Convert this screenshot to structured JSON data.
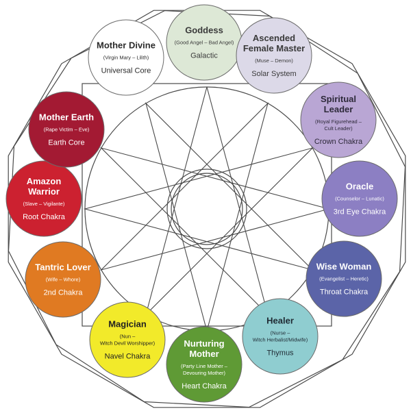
{
  "nodes": [
    {
      "key": "goddess",
      "title_lines": [
        "Goddess"
      ],
      "sub_lines": [
        "(Good Angel – Bad Angel)"
      ],
      "foot": "Galactic",
      "fill": "#dde8d6",
      "text_color": "#3a3a3a"
    },
    {
      "key": "ascended-female-master",
      "title_lines": [
        "Ascended",
        "Female Master"
      ],
      "sub_lines": [
        "(Muse – Demon)"
      ],
      "foot": "Solar System",
      "fill": "#dcd9e8",
      "text_color": "#3a3a3a"
    },
    {
      "key": "spiritual-leader",
      "title_lines": [
        "Spiritual",
        "Leader"
      ],
      "sub_lines": [
        "(Royal Figurehead –",
        "Cult Leader)"
      ],
      "foot": "Crown Chakra",
      "fill": "#b9a6d4",
      "text_color": "#2e2a3a"
    },
    {
      "key": "oracle",
      "title_lines": [
        "Oracle"
      ],
      "sub_lines": [
        "(Counselor – Lunatic)"
      ],
      "foot": "3rd Eye Chakra",
      "fill": "#8c7fc3",
      "text_color": "#ffffff"
    },
    {
      "key": "wise-woman",
      "title_lines": [
        "Wise Woman"
      ],
      "sub_lines": [
        "(Evangelist – Heretic)"
      ],
      "foot": "Throat Chakra",
      "fill": "#5b64a8",
      "text_color": "#ffffff"
    },
    {
      "key": "healer",
      "title_lines": [
        "Healer"
      ],
      "sub_lines": [
        "(Nurse –",
        "Witch Herbalist/Midwife)"
      ],
      "foot": "Thymus",
      "fill": "#8fcdd0",
      "text_color": "#1f2a33"
    },
    {
      "key": "nurturing-mother",
      "title_lines": [
        "Nurturing",
        "Mother"
      ],
      "sub_lines": [
        "(Party Line Mother –",
        "Devouring Mother)"
      ],
      "foot": "Heart Chakra",
      "fill": "#5f9a35",
      "text_color": "#ffffff"
    },
    {
      "key": "magician",
      "title_lines": [
        "Magician"
      ],
      "sub_lines": [
        "(Nun –",
        "Witch Devil Worshipper)"
      ],
      "foot": "Navel Chakra",
      "fill": "#f2ea2a",
      "text_color": "#222222"
    },
    {
      "key": "tantric-lover",
      "title_lines": [
        "Tantric Lover"
      ],
      "sub_lines": [
        "(Wife – Whore)"
      ],
      "foot": "2nd Chakra",
      "fill": "#e07a22",
      "text_color": "#ffffff"
    },
    {
      "key": "amazon-warrior",
      "title_lines": [
        "Amazon",
        "Warrior"
      ],
      "sub_lines": [
        "(Slave – Vigilante)"
      ],
      "foot": "Root Chakra",
      "fill": "#cc2130",
      "text_color": "#ffffff"
    },
    {
      "key": "mother-earth",
      "title_lines": [
        "Mother Earth"
      ],
      "sub_lines": [
        "(Rape Victim – Eve)"
      ],
      "foot": "Earth Core",
      "fill": "#a31a33",
      "text_color": "#ffffff"
    },
    {
      "key": "mother-divine",
      "title_lines": [
        "Mother Divine"
      ],
      "sub_lines": [
        "(Virgin Mary – Lilith)"
      ],
      "foot": "Universal Core",
      "fill": "#ffffff",
      "text_color": "#2b2b2b"
    }
  ],
  "colors": {
    "line": "#4a4a4a",
    "node_stroke": "#6a6a6a",
    "background": "#ffffff"
  }
}
